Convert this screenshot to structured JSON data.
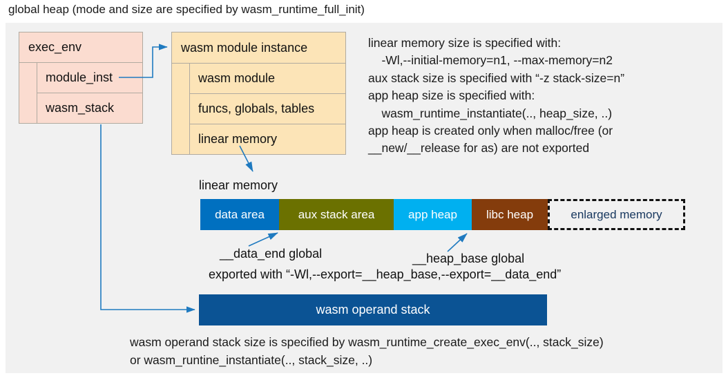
{
  "title": "global heap (mode and size are specified by wasm_runtime_full_init)",
  "exec_env": {
    "header": "exec_env",
    "rows": [
      {
        "label": "module_inst"
      },
      {
        "label": "wasm_stack"
      }
    ]
  },
  "module_instance": {
    "header": "wasm module instance",
    "rows": [
      {
        "label": "wasm module"
      },
      {
        "label": "funcs, globals, tables"
      },
      {
        "label": "linear memory"
      }
    ]
  },
  "memory_notes": "linear memory size is specified with:\n    -Wl,--initial-memory=n1, --max-memory=n2\naux stack size is specified with “-z stack-size=n”\napp heap size is specified with:\n    wasm_runtime_instantiate(.., heap_size, ..)\napp heap is created only when malloc/free (or\n__new/__release for as) are not exported",
  "linear_memory": {
    "caption": "linear memory",
    "segments": [
      {
        "label": "data area",
        "color": "#0070c0",
        "width": 114,
        "style": "solid"
      },
      {
        "label": "aux stack area",
        "color": "#6b7100",
        "width": 166,
        "style": "solid"
      },
      {
        "label": "app heap",
        "color": "#00b0f0",
        "width": 113,
        "style": "solid"
      },
      {
        "label": "libc heap",
        "color": "#843c0c",
        "width": 110,
        "style": "solid"
      },
      {
        "label": "enlarged memory",
        "color": "#f1f1f1",
        "width": 199,
        "style": "dashed"
      }
    ]
  },
  "pointers": {
    "data_end": "__data_end global",
    "heap_base": "__heap_base global",
    "exported_with": "exported with “-Wl,--export=__heap_base,--export=__data_end”"
  },
  "operand_stack": {
    "label": "wasm operand stack",
    "notes": "wasm operand stack size is specified by wasm_runtime_create_exec_env(.., stack_size)\nor wasm_runtine_instantiate(.., stack_size, ..)"
  },
  "colors": {
    "panel_background": "#f1f1f1",
    "exec_env_fill": "#fbdcd0",
    "module_instance_fill": "#fce4b7",
    "box_border": "#b0aaa0",
    "connector": "#1f7ac0",
    "operand_stack_fill": "#0b5394",
    "enlarged_text": "#17375e"
  },
  "icons": {
    "arrow": "arrow-head-icon"
  }
}
